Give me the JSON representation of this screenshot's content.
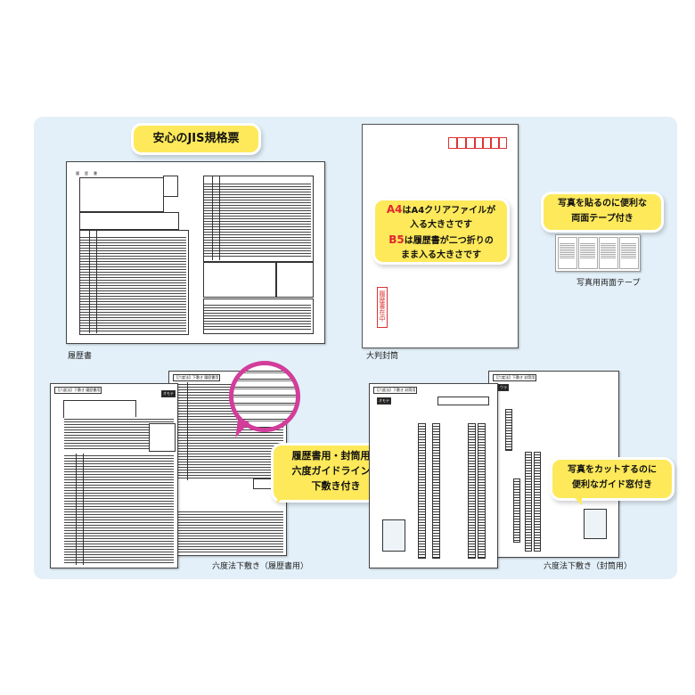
{
  "top_banner": {
    "label": "安心のJIS規格票"
  },
  "resume_form": {
    "title": "履　歴　書",
    "caption": "履歴書"
  },
  "envelope": {
    "caption": "大判封筒",
    "stamp_text": "履歴書在中",
    "callout": {
      "line1_highlight": "A4",
      "line1_rest": "はA4クリアファイルが",
      "line2": "入る大きさです",
      "line3_highlight": "B5",
      "line3_rest": "は履歴書が二つ折りの",
      "line4": "まま入る大きさです"
    },
    "highlight_color": "#e0262f"
  },
  "tape": {
    "callout_line1": "写真を貼るのに便利な",
    "callout_line2": "両面テープ付き",
    "caption": "写真用両面テープ"
  },
  "resume_guide": {
    "tag_left": "【六度法】下敷き",
    "tag_left_sub": "履歴書用",
    "tag_omote": "オモテ",
    "tag_right": "【六度法】下敷き",
    "tag_right_sub": "履歴書用",
    "caption": "六度法下敷き（履歴書用）",
    "callout_line1": "履歴書用・封筒用の",
    "callout_line2": "六度ガイドラインの",
    "callout_line3": "下敷き付き"
  },
  "envelope_guide": {
    "tag_left": "【六度法】下敷き",
    "tag_left_sub": "封筒用",
    "tag_omote": "オモテ",
    "tag_right": "【六度法】下敷き",
    "tag_right_sub": "封筒用",
    "tag_ura": "ウラ",
    "caption": "六度法下敷き（封筒用）",
    "callout_line1": "写真をカットするのに",
    "callout_line2": "便利なガイド窓付き"
  },
  "colors": {
    "panel": "#e3f0f9",
    "bubble": "#fde95a",
    "magnifier": "#d23d9a"
  }
}
